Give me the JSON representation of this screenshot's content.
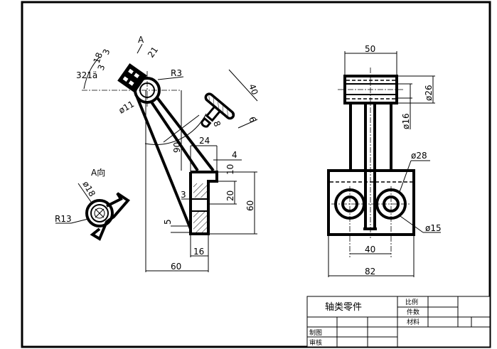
{
  "drawing": {
    "view_labels": {
      "section_mark": "A",
      "view_a": "A向"
    },
    "dims_left": [
      "21",
      "R3",
      "321ä",
      "18",
      "3",
      "3",
      "ø11",
      "90",
      "24",
      "4",
      "10",
      "20",
      "60",
      "3",
      "5",
      "16",
      "60",
      "40",
      "8",
      "6"
    ],
    "dims_a_view": [
      "ø18",
      "R13"
    ],
    "dims_right": [
      "50",
      "ø26",
      "ø16",
      "ø28",
      "ø15",
      "40",
      "82"
    ]
  },
  "title_block": {
    "part_name": "轴类零件",
    "scale_label": "比例",
    "quantity_label": "件数",
    "material_label": "材料",
    "drawn_label": "制图",
    "checked_label": "审核"
  }
}
